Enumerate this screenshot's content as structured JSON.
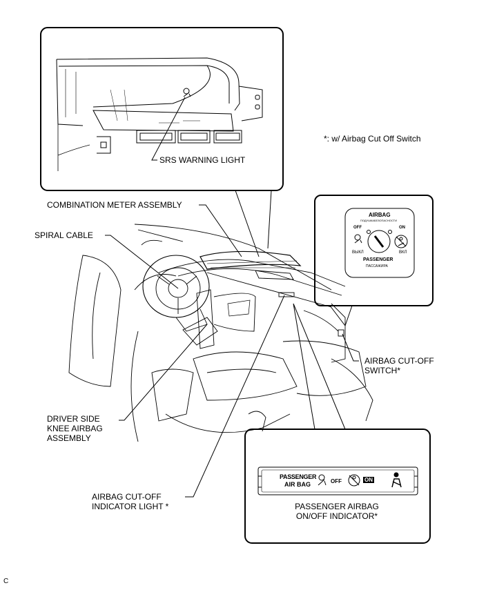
{
  "labels": {
    "srs_warning_light": "SRS WARNING LIGHT",
    "footnote": "*: w/ Airbag Cut Off Switch",
    "combination_meter": "COMBINATION METER ASSEMBLY",
    "spiral_cable": "SPIRAL CABLE",
    "airbag_cutoff_switch": [
      "AIRBAG CUT-OFF",
      "SWITCH*"
    ],
    "driver_knee_airbag": [
      "DRIVER SIDE",
      "KNEE AIRBAG",
      "ASSEMBLY"
    ],
    "airbag_cutoff_indicator": [
      "AIRBAG CUT-OFF",
      "INDICATOR LIGHT *"
    ],
    "passenger_onoff_indicator": [
      "PASSENGER AIRBAG",
      "ON/OFF INDICATOR*"
    ],
    "corner_mark": "C"
  },
  "switch_face": {
    "title": "AIRBAG",
    "subtitle": "ПОДУШКАБЕЗОПАСНОСТИ",
    "off": "OFF",
    "on": "ON",
    "off_ru": "ВЫКЛ",
    "on_ru": "ВКЛ",
    "passenger": "PASSENGER",
    "passenger_ru": "ПАССАЖИРА"
  },
  "indicator_face": {
    "passenger": "PASSENGER",
    "air_bag": "AIR BAG",
    "off": "OFF",
    "on": "ON"
  },
  "icons": [
    "srs-warning-icon",
    "airbag-off-icon",
    "seat-person-icon",
    "seatbelt-icon"
  ]
}
